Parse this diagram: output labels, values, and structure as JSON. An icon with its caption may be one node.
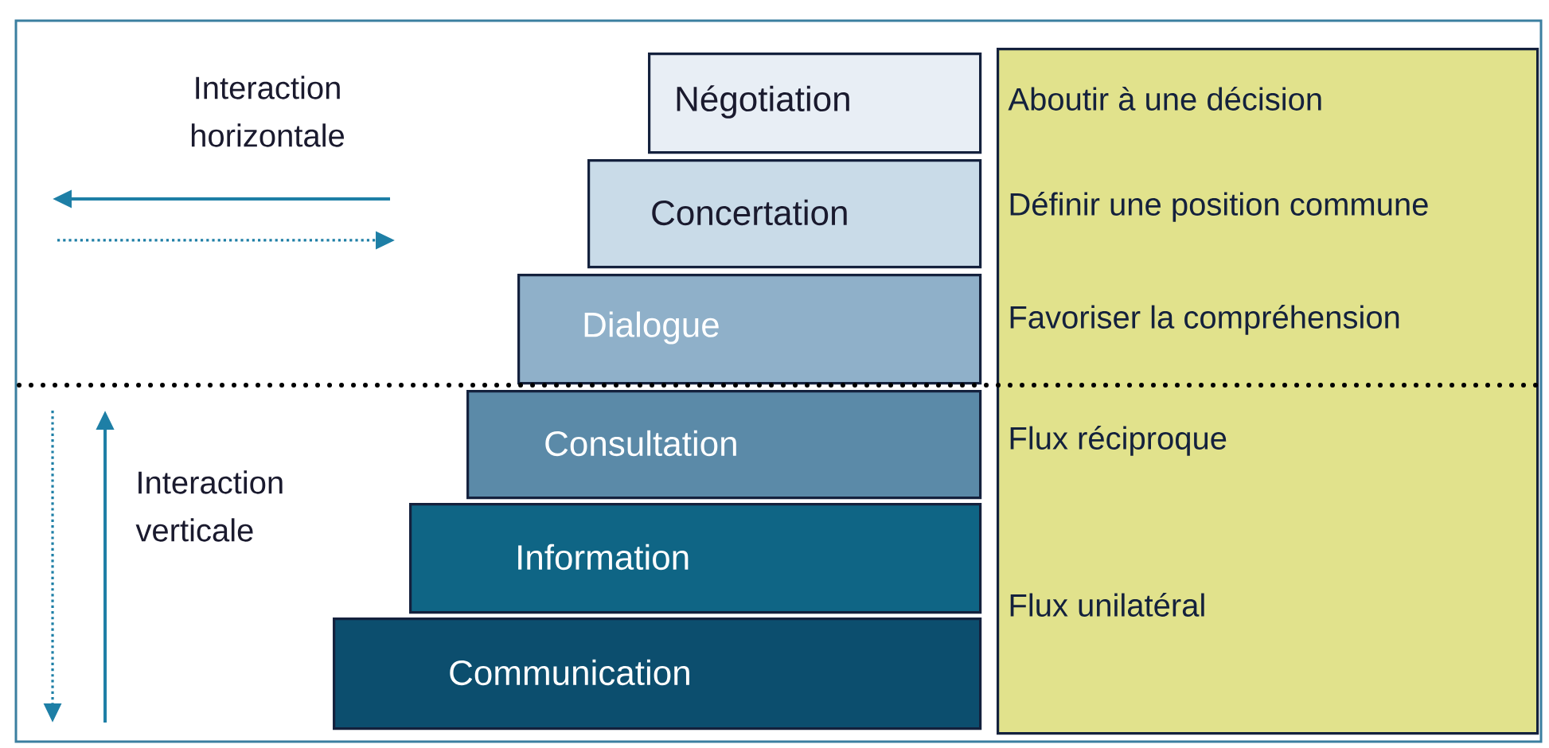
{
  "diagram": {
    "nodes": [
      {
        "text": [
          "Négotiation"
        ]
      },
      {
        "text": [
          "Concertation"
        ]
      },
      {
        "text": [
          "Dialogue"
        ]
      },
      {
        "text": [
          "Consultation"
        ]
      },
      {
        "text": [
          "Information"
        ]
      },
      {
        "text": [
          "Communication"
        ]
      },
      {
        "text": [
          "Aboutir à une décision",
          "Définir une position commune",
          "Favoriser la compréhension",
          "Flux réciproque",
          "Flux unilatéral"
        ]
      }
    ],
    "labels": [
      "Interaction horizontale",
      "Interaction verticale"
    ]
  }
}
